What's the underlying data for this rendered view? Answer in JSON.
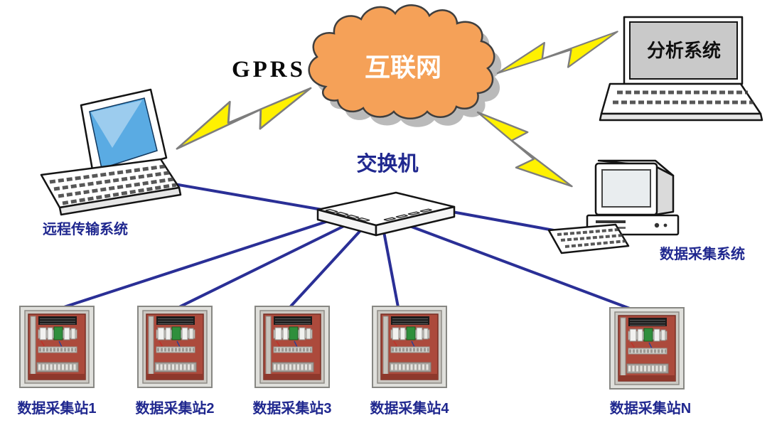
{
  "diagram": {
    "gprs_label": "GPRS",
    "internet_label": "互联网",
    "switch_label": "交换机",
    "remote_system_label": "远程传输系统",
    "analysis_system_label": "分析系统",
    "acquisition_system_label": "数据采集系统",
    "stations": [
      {
        "label": "数据采集站1"
      },
      {
        "label": "数据采集站2"
      },
      {
        "label": "数据采集站3"
      },
      {
        "label": "数据采集站4"
      },
      {
        "label": "数据采集站N"
      }
    ],
    "colors": {
      "cloud_fill": "#F5A158",
      "lightning_fill": "#FFF100",
      "connection_line": "#2A2F96",
      "label_text": "#20288F",
      "internet_text": "#FFFFFF"
    }
  }
}
